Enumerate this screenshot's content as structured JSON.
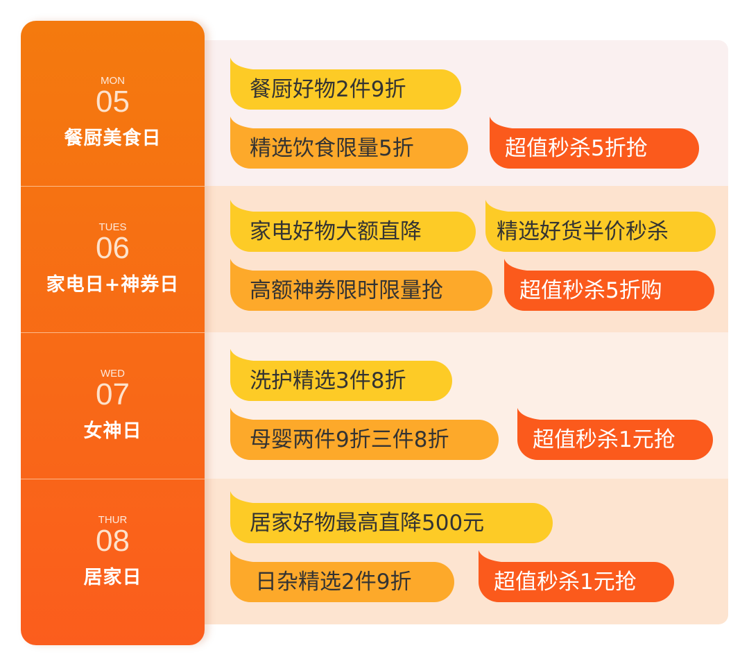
{
  "days": [
    {
      "weekday": "MON",
      "date": "05",
      "title": "餐厨美食日",
      "tags": [
        "餐厨好物2件9折",
        "精选饮食限量5折",
        "超值秒杀5折抢"
      ]
    },
    {
      "weekday": "TUES",
      "date": "06",
      "title": "家电日+神券日",
      "tags": [
        "家电好物大额直降",
        "精选好货半价秒杀",
        "高额神券限时限量抢",
        "超值秒杀5折购"
      ]
    },
    {
      "weekday": "WED",
      "date": "07",
      "title": "女神日",
      "tags": [
        "洗护精选3件8折",
        "母婴两件9折三件8折",
        "超值秒杀1元抢"
      ]
    },
    {
      "weekday": "THUR",
      "date": "08",
      "title": "居家日",
      "tags": [
        "居家好物最高直降500元",
        "日杂精选2件9折",
        "超值秒杀1元抢"
      ]
    }
  ],
  "colors": {
    "yellow": "#fdcb26",
    "amber": "#fda92a",
    "red": "#fb5a1c",
    "left": "#f47a0e"
  }
}
